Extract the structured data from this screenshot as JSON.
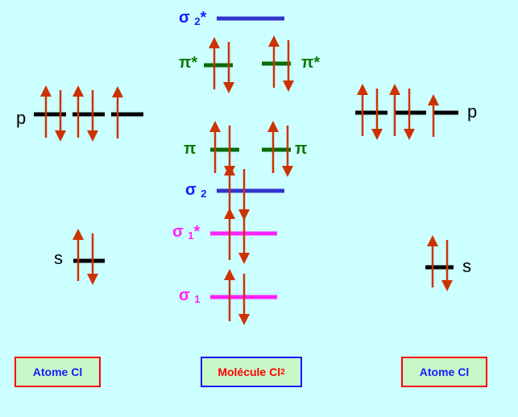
{
  "colors": {
    "background": "#ccffff",
    "black": "#000000",
    "sigma2": "#3333cc",
    "pi": "#0a6b0a",
    "sigma1": "#ff22ff",
    "arrow": "#cc3300",
    "box_fill": "#c8f8c8",
    "box_border_atom": "#ff0000",
    "box_border_molecule": "#1a1aff"
  },
  "labels": {
    "p_left": "p",
    "p_right": "p",
    "s_left": "s",
    "s_right": "s",
    "sigma2_star_symbol": "σ",
    "sigma2_star_sub": "2",
    "sigma2_star_mark": "*",
    "pi_star_symbol_left": "π*",
    "pi_star_symbol_right": "π*",
    "pi_symbol_left": "π",
    "pi_symbol_right": "π",
    "sigma2_symbol": "σ",
    "sigma2_sub": "2",
    "sigma1_star_symbol": "σ",
    "sigma1_star_sub": "1",
    "sigma1_star_mark": "*",
    "sigma1_symbol": "σ",
    "sigma1_sub": "1"
  },
  "boxes": {
    "atom_left": "Atome Cl",
    "molecule_main": "Molécule Cl",
    "molecule_sub": "2",
    "atom_right": "Atome Cl"
  }
}
